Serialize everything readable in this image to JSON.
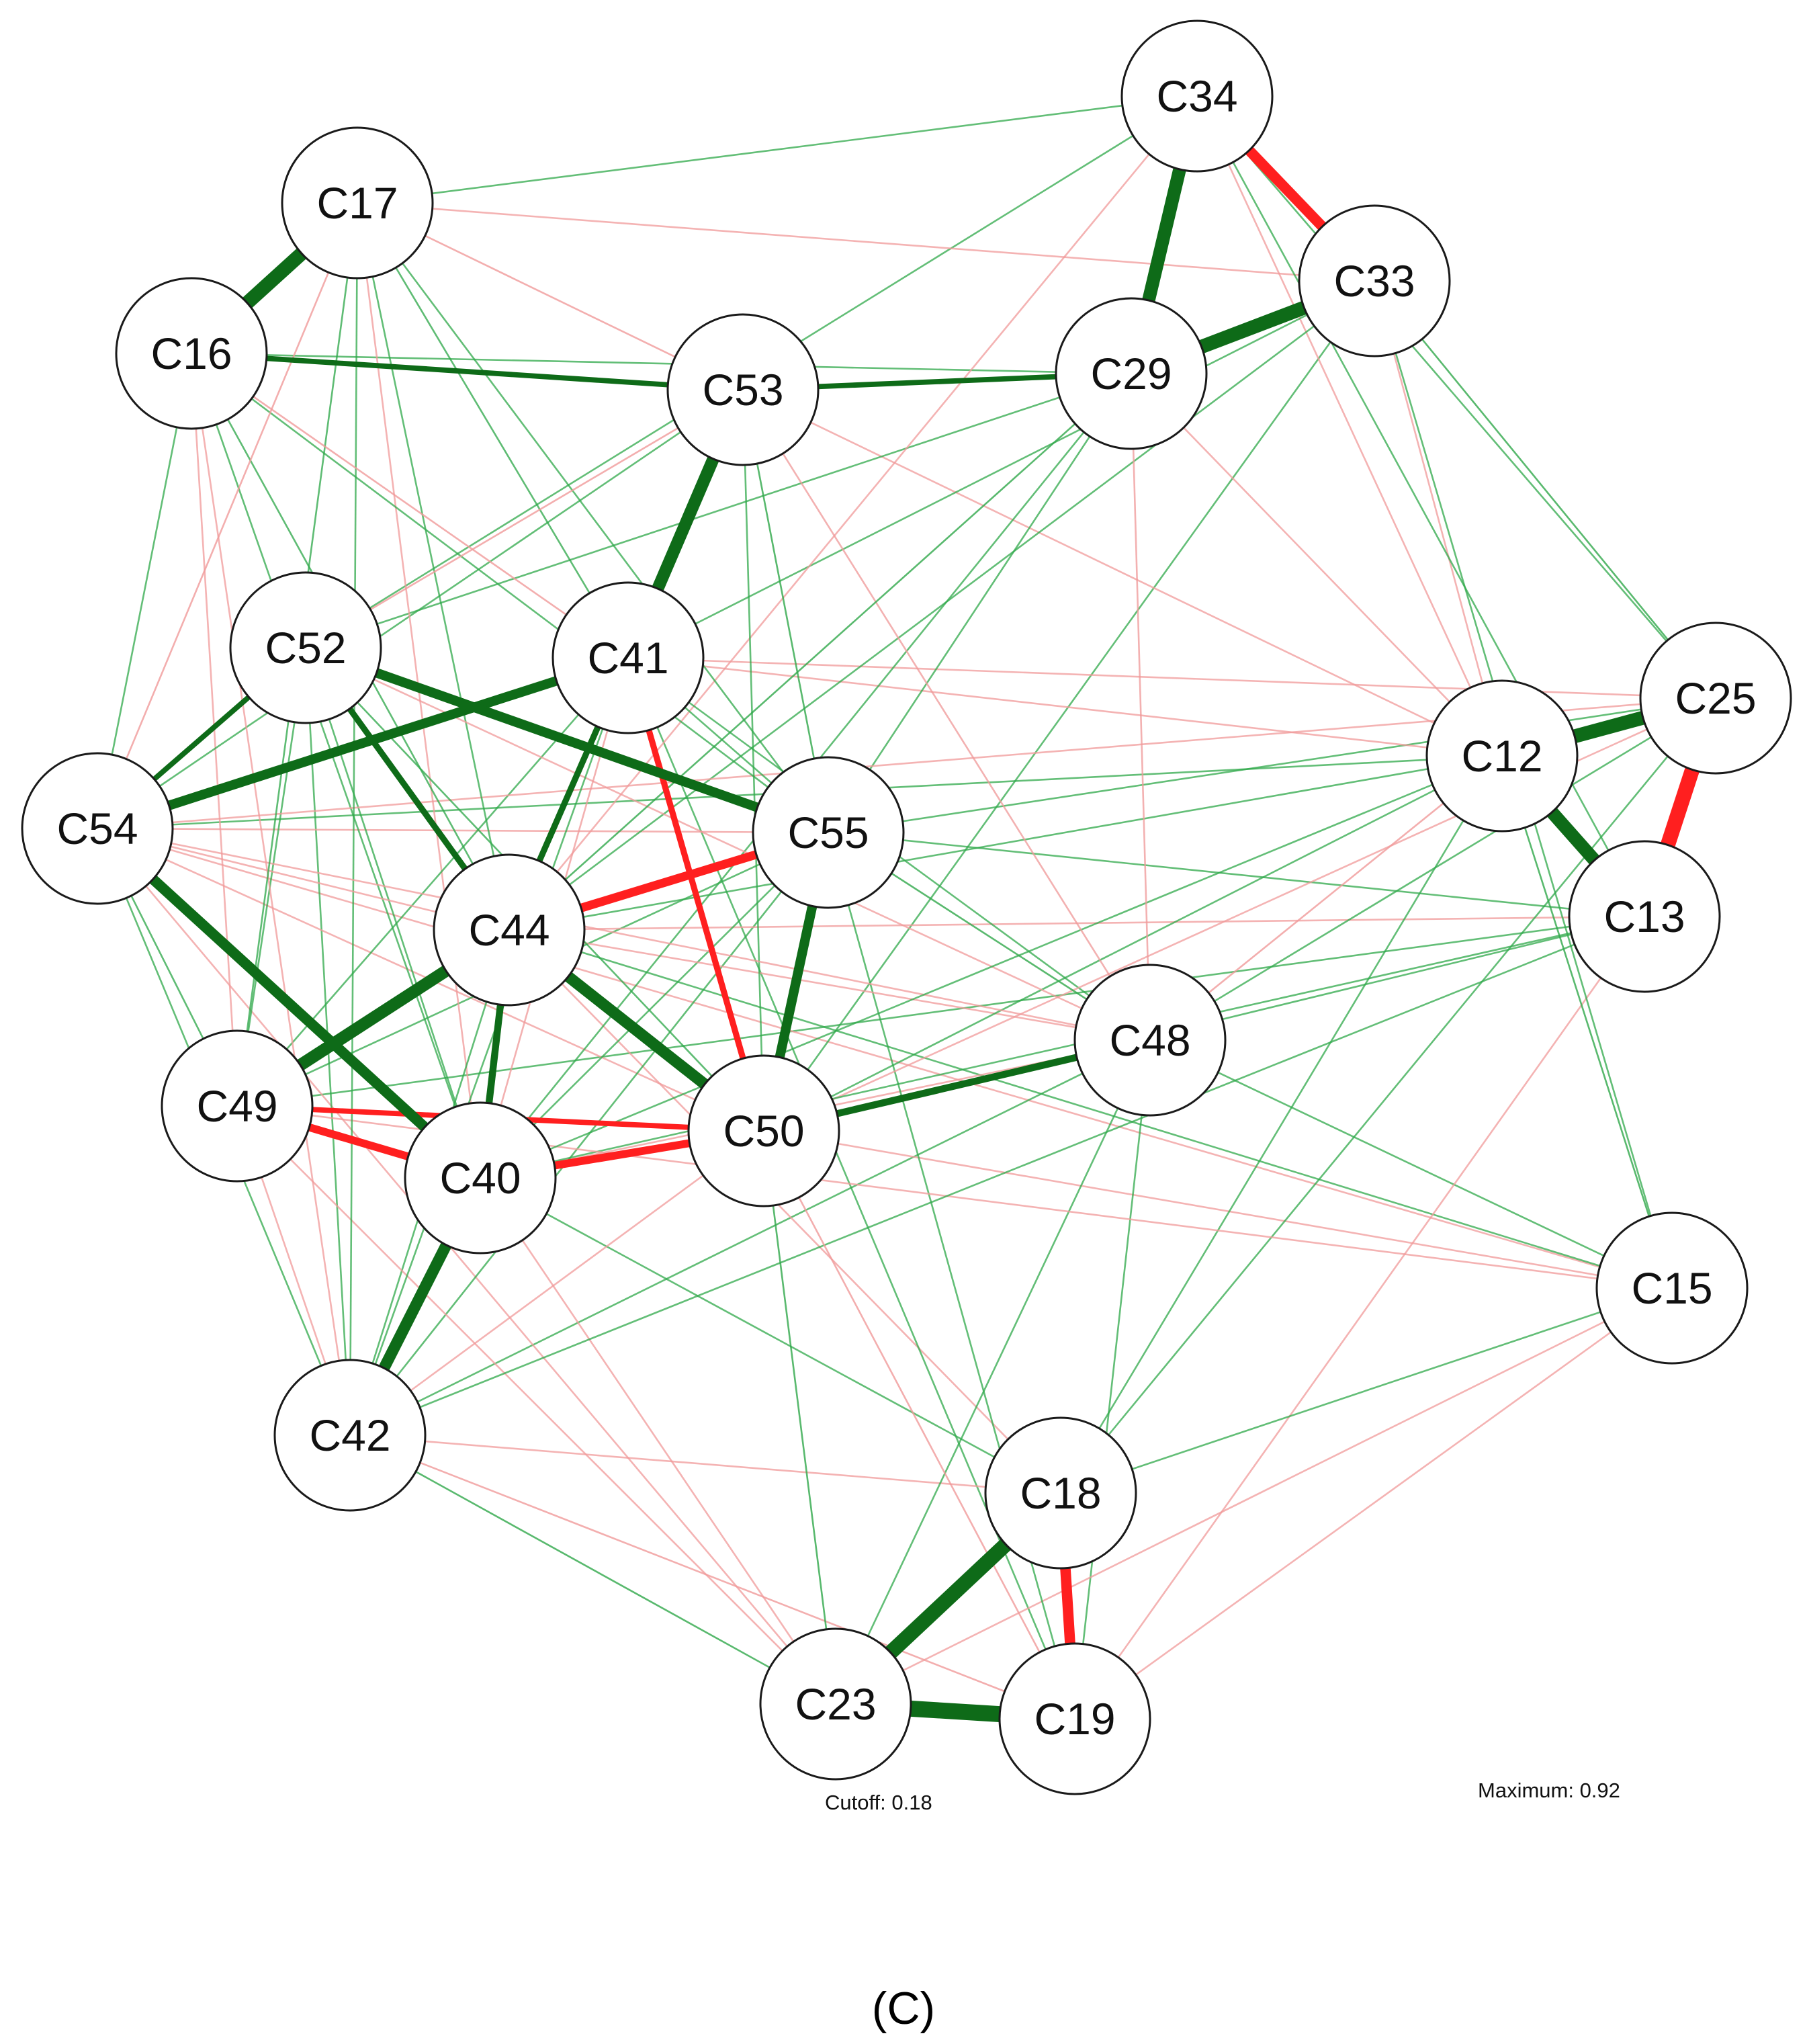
{
  "colors": {
    "positive": "#0e6b18",
    "positive_light": "#2fa84a",
    "negative": "#ff1f1f",
    "negative_light": "#f09a9a",
    "node_fill": "#ffffff",
    "node_stroke": "#1a1a1a"
  },
  "network": {
    "nodes": [
      "C34",
      "C17",
      "C33",
      "C16",
      "C53",
      "C29",
      "C52",
      "C41",
      "C25",
      "C12",
      "C54",
      "C55",
      "C13",
      "C44",
      "C48",
      "C49",
      "C50",
      "C40",
      "C15",
      "C42",
      "C18",
      "C23",
      "C19"
    ],
    "edges": [
      {
        "from": "C16",
        "to": "C17",
        "weight": 0.8
      },
      {
        "from": "C34",
        "to": "C33",
        "weight": -0.6
      },
      {
        "from": "C34",
        "to": "C29",
        "weight": 0.75
      },
      {
        "from": "C29",
        "to": "C33",
        "weight": 0.8
      },
      {
        "from": "C53",
        "to": "C41",
        "weight": 0.7
      },
      {
        "from": "C12",
        "to": "C25",
        "weight": 0.8
      },
      {
        "from": "C12",
        "to": "C13",
        "weight": 0.75
      },
      {
        "from": "C25",
        "to": "C13",
        "weight": -0.85
      },
      {
        "from": "C18",
        "to": "C19",
        "weight": -0.6
      },
      {
        "from": "C18",
        "to": "C23",
        "weight": 0.85
      },
      {
        "from": "C23",
        "to": "C19",
        "weight": 0.92
      },
      {
        "from": "C40",
        "to": "C42",
        "weight": 0.65
      },
      {
        "from": "C44",
        "to": "C49",
        "weight": 0.7
      },
      {
        "from": "C44",
        "to": "C50",
        "weight": 0.65
      },
      {
        "from": "C54",
        "to": "C40",
        "weight": 0.6
      },
      {
        "from": "C54",
        "to": "C41",
        "weight": 0.55
      },
      {
        "from": "C52",
        "to": "C55",
        "weight": 0.55
      },
      {
        "from": "C55",
        "to": "C50",
        "weight": 0.55
      },
      {
        "from": "C44",
        "to": "C55",
        "weight": -0.5
      },
      {
        "from": "C49",
        "to": "C40",
        "weight": -0.45
      },
      {
        "from": "C40",
        "to": "C50",
        "weight": -0.45
      },
      {
        "from": "C41",
        "to": "C50",
        "weight": -0.35
      },
      {
        "from": "C48",
        "to": "C50",
        "weight": 0.4
      },
      {
        "from": "C53",
        "to": "C29",
        "weight": 0.3
      },
      {
        "from": "C16",
        "to": "C53",
        "weight": 0.3
      },
      {
        "from": "C44",
        "to": "C40",
        "weight": 0.4
      },
      {
        "from": "C52",
        "to": "C44",
        "weight": 0.35
      },
      {
        "from": "C41",
        "to": "C44",
        "weight": 0.35
      },
      {
        "from": "C49",
        "to": "C50",
        "weight": -0.3
      },
      {
        "from": "C54",
        "to": "C52",
        "weight": 0.3
      },
      {
        "from": "C16",
        "to": "C41",
        "weight": -0.25
      },
      {
        "from": "C29",
        "to": "C44",
        "weight": 0.25
      },
      {
        "from": "C53",
        "to": "C55",
        "weight": 0.25
      },
      {
        "from": "C52",
        "to": "C53",
        "weight": -0.25
      },
      {
        "from": "C17",
        "to": "C53",
        "weight": -0.25
      },
      {
        "from": "C17",
        "to": "C54",
        "weight": -0.25
      },
      {
        "from": "C12",
        "to": "C48",
        "weight": -0.25
      },
      {
        "from": "C12",
        "to": "C15",
        "weight": 0.25
      },
      {
        "from": "C33",
        "to": "C25",
        "weight": 0.25
      },
      {
        "from": "C55",
        "to": "C48",
        "weight": 0.25
      },
      {
        "from": "C50",
        "to": "C19",
        "weight": -0.25
      },
      {
        "from": "C42",
        "to": "C19",
        "weight": -0.25
      },
      {
        "from": "C42",
        "to": "C23",
        "weight": 0.25
      },
      {
        "from": "C50",
        "to": "C23",
        "weight": 0.25
      },
      {
        "from": "C29",
        "to": "C48",
        "weight": -0.22
      },
      {
        "from": "C53",
        "to": "C48",
        "weight": -0.22
      },
      {
        "from": "C17",
        "to": "C41",
        "weight": 0.22
      },
      {
        "from": "C17",
        "to": "C49",
        "weight": 0.22
      },
      {
        "from": "C16",
        "to": "C44",
        "weight": 0.22
      },
      {
        "from": "C54",
        "to": "C49",
        "weight": 0.22
      },
      {
        "from": "C52",
        "to": "C50",
        "weight": 0.22
      },
      {
        "from": "C41",
        "to": "C40",
        "weight": -0.22
      },
      {
        "from": "C12",
        "to": "C54",
        "weight": 0.2
      },
      {
        "from": "C13",
        "to": "C49",
        "weight": 0.2
      },
      {
        "from": "C15",
        "to": "C54",
        "weight": -0.2
      },
      {
        "from": "C34",
        "to": "C52",
        "weight": 0.2
      },
      {
        "from": "C34",
        "to": "C17",
        "weight": 0.2
      },
      {
        "from": "C33",
        "to": "C50",
        "weight": 0.2
      },
      {
        "from": "C25",
        "to": "C55",
        "weight": 0.2
      },
      {
        "from": "C13",
        "to": "C55",
        "weight": 0.2
      },
      {
        "from": "C15",
        "to": "C44",
        "weight": 0.2
      },
      {
        "from": "C48",
        "to": "C42",
        "weight": 0.2
      },
      {
        "from": "C18",
        "to": "C40",
        "weight": 0.2
      },
      {
        "from": "C18",
        "to": "C44",
        "weight": -0.2
      },
      {
        "from": "C19",
        "to": "C41",
        "weight": 0.2
      },
      {
        "from": "C23",
        "to": "C54",
        "weight": -0.2
      },
      {
        "from": "C29",
        "to": "C12",
        "weight": -0.2
      },
      {
        "from": "C33",
        "to": "C12",
        "weight": -0.2
      },
      {
        "from": "C34",
        "to": "C12",
        "weight": -0.2
      },
      {
        "from": "C17",
        "to": "C33",
        "weight": -0.2
      },
      {
        "from": "C16",
        "to": "C29",
        "weight": 0.2
      },
      {
        "from": "C16",
        "to": "C54",
        "weight": 0.2
      },
      {
        "from": "C16",
        "to": "C49",
        "weight": -0.2
      },
      {
        "from": "C52",
        "to": "C42",
        "weight": 0.2
      },
      {
        "from": "C54",
        "to": "C55",
        "weight": -0.2
      },
      {
        "from": "C54",
        "to": "C50",
        "weight": -0.2
      },
      {
        "from": "C49",
        "to": "C55",
        "weight": 0.2
      },
      {
        "from": "C49",
        "to": "C42",
        "weight": -0.2
      },
      {
        "from": "C40",
        "to": "C48",
        "weight": -0.2
      },
      {
        "from": "C55",
        "to": "C42",
        "weight": 0.2
      },
      {
        "from": "C41",
        "to": "C12",
        "weight": -0.2
      },
      {
        "from": "C41",
        "to": "C25",
        "weight": -0.2
      },
      {
        "from": "C44",
        "to": "C12",
        "weight": 0.2
      },
      {
        "from": "C44",
        "to": "C13",
        "weight": -0.2
      },
      {
        "from": "C50",
        "to": "C13",
        "weight": 0.2
      },
      {
        "from": "C50",
        "to": "C15",
        "weight": -0.2
      },
      {
        "from": "C48",
        "to": "C15",
        "weight": 0.2
      },
      {
        "from": "C48",
        "to": "C19",
        "weight": 0.2
      },
      {
        "from": "C12",
        "to": "C18",
        "weight": 0.2
      },
      {
        "from": "C25",
        "to": "C18",
        "weight": 0.2
      },
      {
        "from": "C13",
        "to": "C19",
        "weight": -0.2
      },
      {
        "from": "C15",
        "to": "C18",
        "weight": 0.2
      },
      {
        "from": "C15",
        "to": "C23",
        "weight": -0.2
      },
      {
        "from": "C53",
        "to": "C12",
        "weight": -0.2
      },
      {
        "from": "C53",
        "to": "C54",
        "weight": 0.2
      },
      {
        "from": "C29",
        "to": "C52",
        "weight": 0.2
      },
      {
        "from": "C29",
        "to": "C55",
        "weight": 0.2
      },
      {
        "from": "C33",
        "to": "C44",
        "weight": 0.2
      },
      {
        "from": "C33",
        "to": "C41",
        "weight": 0.2
      },
      {
        "from": "C34",
        "to": "C44",
        "weight": -0.2
      },
      {
        "from": "C34",
        "to": "C25",
        "weight": 0.2
      },
      {
        "from": "C17",
        "to": "C55",
        "weight": 0.2
      },
      {
        "from": "C17",
        "to": "C40",
        "weight": -0.2
      },
      {
        "from": "C16",
        "to": "C40",
        "weight": 0.2
      },
      {
        "from": "C52",
        "to": "C49",
        "weight": 0.2
      },
      {
        "from": "C52",
        "to": "C40",
        "weight": 0.2
      },
      {
        "from": "C41",
        "to": "C49",
        "weight": 0.2
      },
      {
        "from": "C41",
        "to": "C48",
        "weight": 0.2
      },
      {
        "from": "C55",
        "to": "C40",
        "weight": 0.2
      },
      {
        "from": "C55",
        "to": "C19",
        "weight": 0.2
      },
      {
        "from": "C44",
        "to": "C42",
        "weight": 0.2
      },
      {
        "from": "C44",
        "to": "C48",
        "weight": -0.2
      },
      {
        "from": "C40",
        "to": "C23",
        "weight": -0.2
      },
      {
        "from": "C42",
        "to": "C18",
        "weight": -0.2
      },
      {
        "from": "C49",
        "to": "C23",
        "weight": -0.2
      },
      {
        "from": "C48",
        "to": "C23",
        "weight": 0.2
      },
      {
        "from": "C12",
        "to": "C50",
        "weight": 0.2
      },
      {
        "from": "C25",
        "to": "C50",
        "weight": -0.2
      },
      {
        "from": "C13",
        "to": "C40",
        "weight": 0.2
      },
      {
        "from": "C15",
        "to": "C49",
        "weight": -0.2
      },
      {
        "from": "C13",
        "to": "C42",
        "weight": 0.2
      },
      {
        "from": "C25",
        "to": "C54",
        "weight": -0.2
      },
      {
        "from": "C33",
        "to": "C15",
        "weight": 0.2
      },
      {
        "from": "C34",
        "to": "C13",
        "weight": 0.2
      },
      {
        "from": "C29",
        "to": "C40",
        "weight": 0.2
      },
      {
        "from": "C53",
        "to": "C44",
        "weight": 0.2
      },
      {
        "from": "C53",
        "to": "C50",
        "weight": 0.2
      },
      {
        "from": "C17",
        "to": "C44",
        "weight": 0.2
      },
      {
        "from": "C17",
        "to": "C42",
        "weight": 0.2
      },
      {
        "from": "C16",
        "to": "C55",
        "weight": 0.2
      },
      {
        "from": "C16",
        "to": "C42",
        "weight": -0.2
      },
      {
        "from": "C52",
        "to": "C48",
        "weight": -0.2
      },
      {
        "from": "C54",
        "to": "C44",
        "weight": -0.2
      },
      {
        "from": "C54",
        "to": "C48",
        "weight": -0.2
      },
      {
        "from": "C54",
        "to": "C42",
        "weight": 0.2
      },
      {
        "from": "C41",
        "to": "C42",
        "weight": 0.2
      },
      {
        "from": "C41",
        "to": "C55",
        "weight": 0.2
      },
      {
        "from": "C50",
        "to": "C42",
        "weight": -0.2
      },
      {
        "from": "C19",
        "to": "C15",
        "weight": -0.2
      },
      {
        "from": "C25",
        "to": "C48",
        "weight": 0.2
      },
      {
        "from": "C12",
        "to": "C40",
        "weight": 0.2
      }
    ],
    "cutoff_text": "Cutoff: 0.18",
    "maximum_text": "Maximum: 0.92",
    "panel_label": "(C)"
  }
}
